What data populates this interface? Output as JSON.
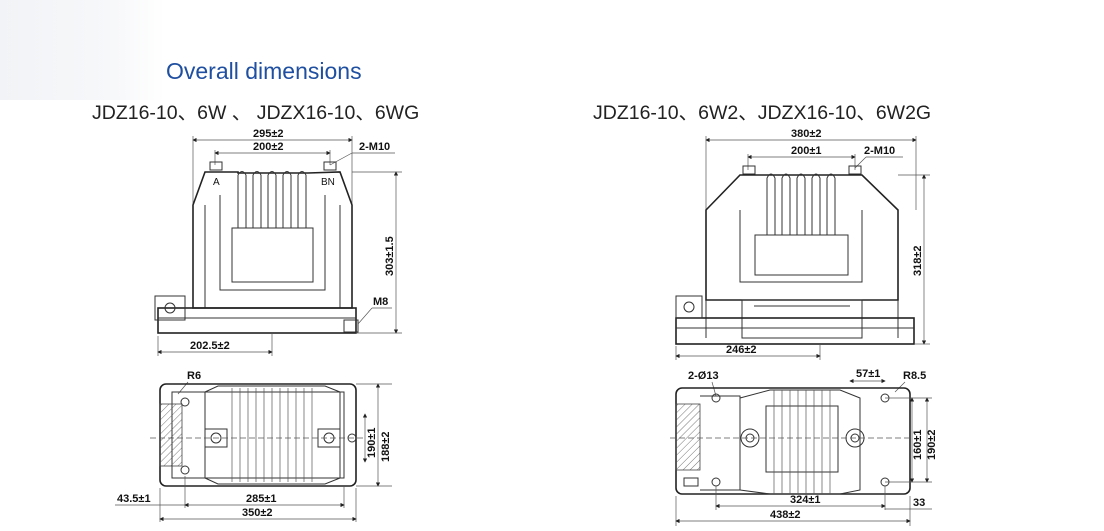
{
  "title": "Overall dimensions",
  "left": {
    "model": "JDZ16-10、6W 、 JDZX16-10、6WG",
    "top_view": {
      "overall_width": "295±2",
      "terminal_spacing": "200±2",
      "terminal_thread": "2-M10",
      "terminal_a": "A",
      "terminal_bn": "BN",
      "height": "303±1.5",
      "ground_bolt": "M8",
      "base_offset": "202.5±2"
    },
    "plan_view": {
      "radius": "R6",
      "depth_inner": "190±1",
      "depth_outer": "188±2",
      "edge_offset": "43.5±1",
      "hole_spacing": "285±1",
      "base_length": "350±2"
    }
  },
  "right": {
    "model": "JDZ16-10、6W2、JDZX16-10、6W2G",
    "top_view": {
      "overall_width": "380±2",
      "terminal_spacing": "200±1",
      "terminal_thread": "2-M10",
      "height": "318±2",
      "base_offset": "246±2"
    },
    "plan_view": {
      "holes": "2-Ø13",
      "slot_width": "57±1",
      "radius": "R8.5",
      "depth_inner": "160±1",
      "depth_outer": "190±2",
      "hole_spacing": "324±1",
      "edge_offset": "33",
      "base_length": "438±2"
    }
  },
  "colors": {
    "title": "#1f4fa0",
    "text": "#222222",
    "drawing": "#333333"
  }
}
